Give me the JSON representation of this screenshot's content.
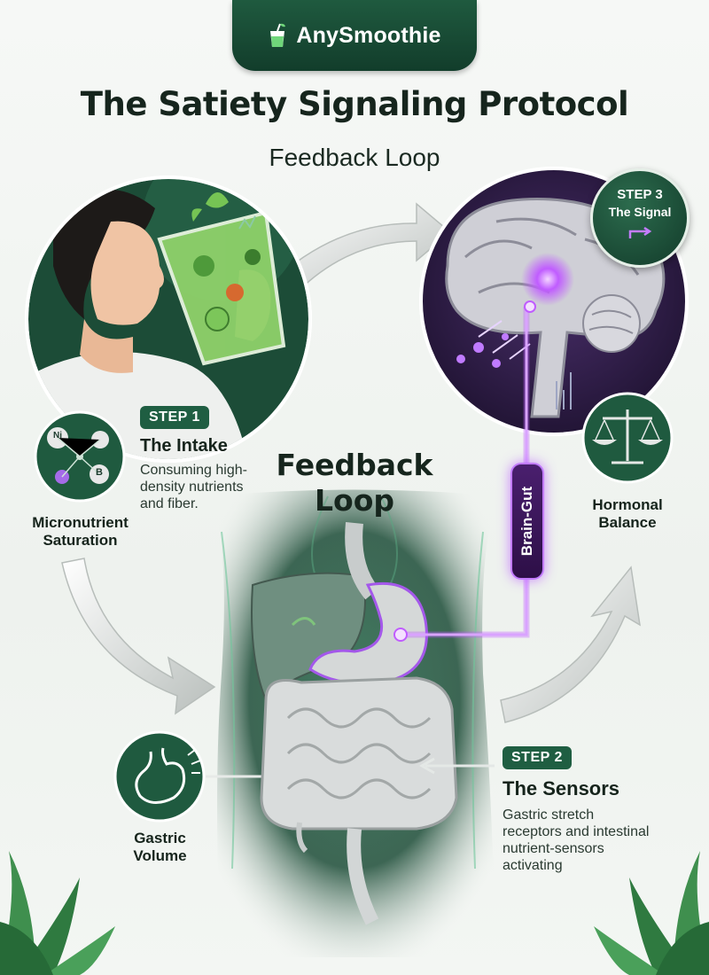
{
  "brand": {
    "name": "AnySmoothie",
    "icon": "smoothie-cup-icon"
  },
  "title": "The Satiety Signaling Protocol",
  "subtitle": "Feedback Loop",
  "center_label": {
    "line1": "Feedback",
    "line2": "Loop"
  },
  "step1": {
    "badge": "STEP 1",
    "title": "The Intake",
    "desc": [
      "Consuming high-",
      "density nutrients",
      "and fiber."
    ]
  },
  "step2": {
    "badge": "STEP 2",
    "title": "The Sensors",
    "desc": [
      "Gastric stretch",
      "receptors and intestinal",
      "nutrient-sensors",
      "activating"
    ]
  },
  "step3": {
    "badge": "STEP 3",
    "title": "The Signal"
  },
  "brain_gut": "Brain-Gut",
  "labels": {
    "micronutrient": {
      "line1": "Micronutrient",
      "line2": "Saturation"
    },
    "hormonal": {
      "line1": "Hormonal",
      "line2": "Balance"
    },
    "gastric": {
      "line1": "Gastric",
      "line2": "Volume"
    }
  },
  "nutrient_letters": [
    "Ni",
    "B"
  ],
  "colors": {
    "dark_green": "#1f5e42",
    "deep_green": "#123d2b",
    "signal_purple": "#b44dff",
    "brain_bg": "#2a1a3f",
    "organ_gray": "#d9dcdc"
  }
}
